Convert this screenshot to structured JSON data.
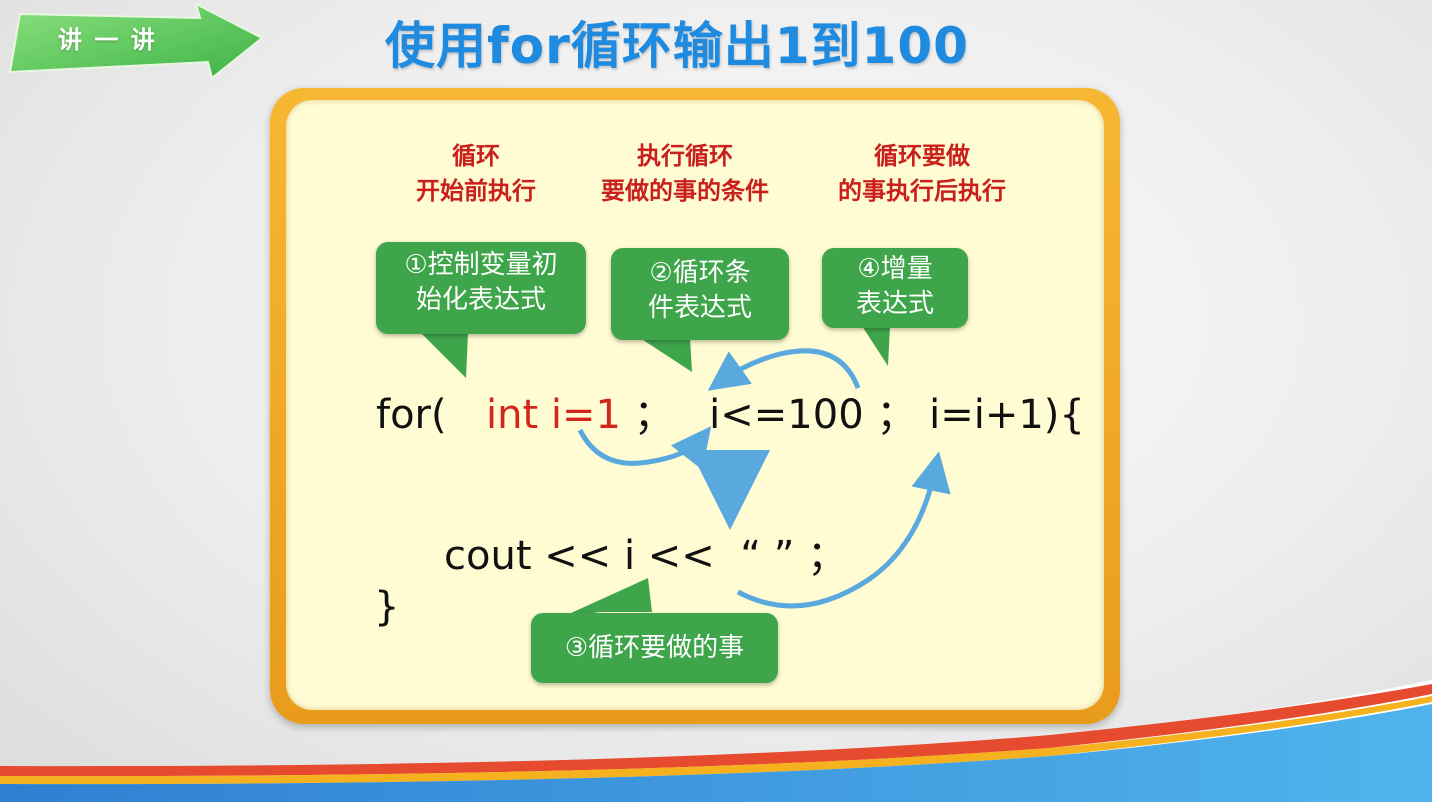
{
  "badge": {
    "label": "讲 一 讲"
  },
  "title": "使用for循环输出1到100",
  "headers": [
    {
      "line1": "循环",
      "line2": "开始前执行"
    },
    {
      "line1": "执行循环",
      "line2": "要做的事的条件"
    },
    {
      "line1": "循环要做",
      "line2": "的事执行后执行"
    }
  ],
  "callouts": {
    "init": {
      "line1": "①控制变量初",
      "line2": "始化表达式"
    },
    "condition": {
      "line1": "②循环条",
      "line2": "件表达式"
    },
    "increment": {
      "line1": "④增量",
      "line2": "表达式"
    },
    "body": {
      "line1": "③循环要做的事"
    }
  },
  "code": {
    "for_kw": "for(",
    "init": "int i=1",
    "sep1": "；",
    "cond": "i<=100",
    "sep2": "；",
    "incr": "i=i+1){",
    "body": "cout << i <<  “ ” ；",
    "close": "}"
  },
  "colors": {
    "title": "#1e8be0",
    "badge": "#5fcf5c",
    "header_text": "#c9201d",
    "callout": "#3fa54b",
    "init_code": "#d3261e",
    "arrow": "#5aa9de",
    "panel": "#fffbd2",
    "frame": "#f0a823"
  }
}
